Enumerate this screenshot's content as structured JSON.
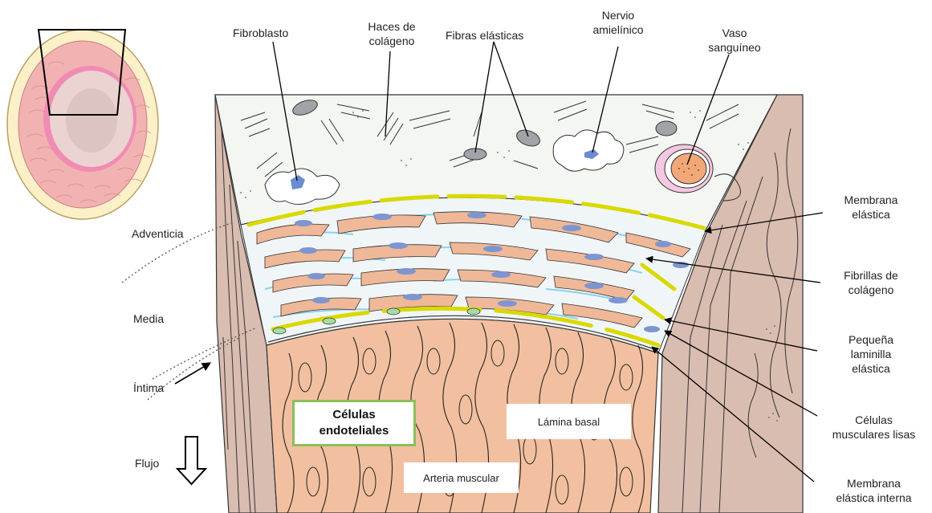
{
  "colors": {
    "adventitia_bg": "#f4f6f2",
    "muscle_cell": "#efb898",
    "muscle_nucleus": "#7f95d0",
    "elastic_fiber": "#d9d900",
    "collagen_fibril": "#8dd0ec",
    "endothelium": "#a8dca0",
    "wall_side": "#d9bdb0",
    "lumen_tissue": "#f2c0a0",
    "box_border": "#8cbf5a",
    "leader_line": "#000000"
  },
  "labels": {
    "fibroblasto": "Fibroblasto",
    "haces_colageno": [
      "Haces de",
      "colágeno"
    ],
    "fibras_elasticas": "Fibras elásticas",
    "nervio_amielinico": [
      "Nervio",
      "amielínico"
    ],
    "vaso_sanguineo": [
      "Vaso",
      "sanguíneo"
    ],
    "membrana_elastica": [
      "Membrana",
      "elástica"
    ],
    "fibrillas_colageno": [
      "Fibrillas de",
      "colágeno"
    ],
    "pequena_laminilla": [
      "Pequeña",
      "laminilla",
      "elástica"
    ],
    "celulas_musculares": [
      "Células",
      "musculares lisas"
    ],
    "membrana_elastica_interna": [
      "Membrana",
      "elástica interna"
    ],
    "adventicia": "Adventicia",
    "media": "Media",
    "intima": "Íntima",
    "flujo": "Flujo"
  },
  "boxes": {
    "celulas_endoteliales": [
      "Células",
      "endoteliales"
    ],
    "lamina_basal": "Lámina basal",
    "arteria_muscular": "Arteria muscular"
  },
  "icons": [
    "cross-section-thumbnail",
    "flow-arrow-down-icon",
    "pointer-arrow-icon"
  ]
}
